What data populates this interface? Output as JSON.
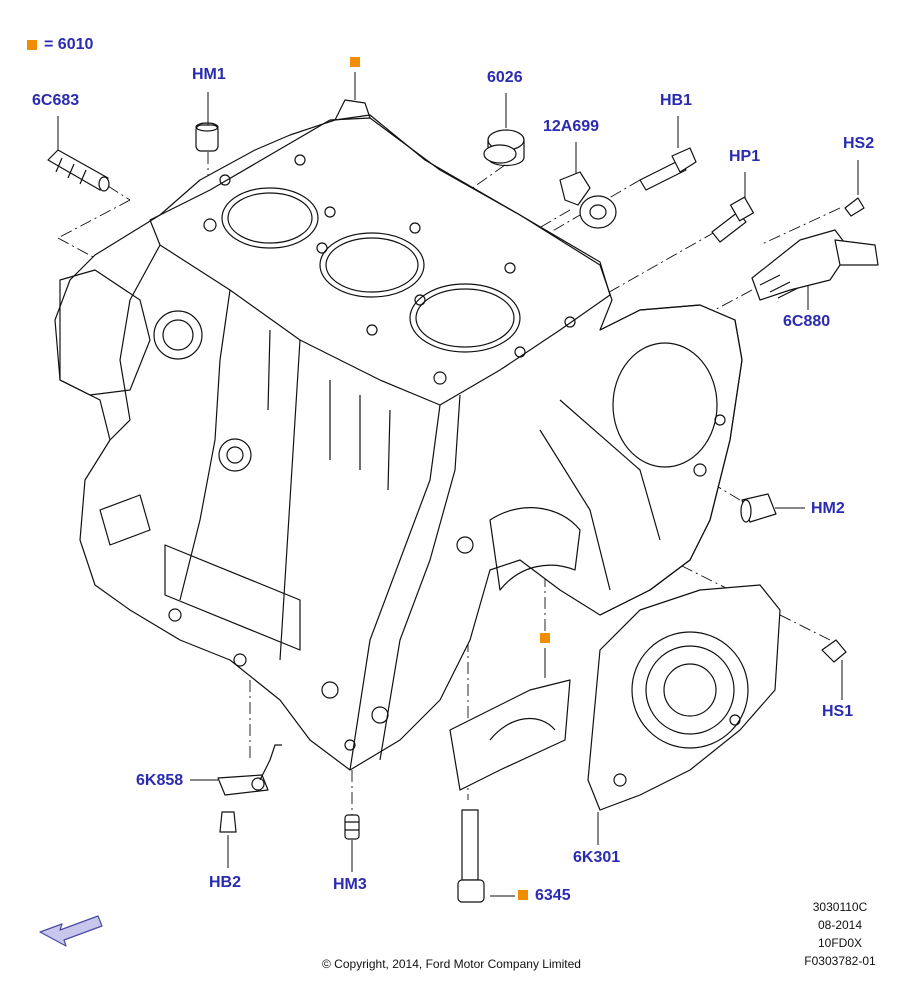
{
  "legend": {
    "marker_color": "#f28c00",
    "text": "= 6010"
  },
  "labels": {
    "6C683": "6C683",
    "HM1": "HM1",
    "6026": "6026",
    "12A699": "12A699",
    "HB1": "HB1",
    "HP1": "HP1",
    "HS2": "HS2",
    "6C880": "6C880",
    "HM2": "HM2",
    "HS1": "HS1",
    "6K858": "6K858",
    "HB2": "HB2",
    "HM3": "HM3",
    "6K301": "6K301",
    "6345": "6345"
  },
  "reference": [
    "3030110C",
    "08-2014",
    "10FD0X",
    "F0303782-01"
  ],
  "copyright": "© Copyright, 2014, Ford Motor Company Limited",
  "colors": {
    "label": "#2a2bb0",
    "marker": "#f28c00",
    "line": "#111111"
  }
}
